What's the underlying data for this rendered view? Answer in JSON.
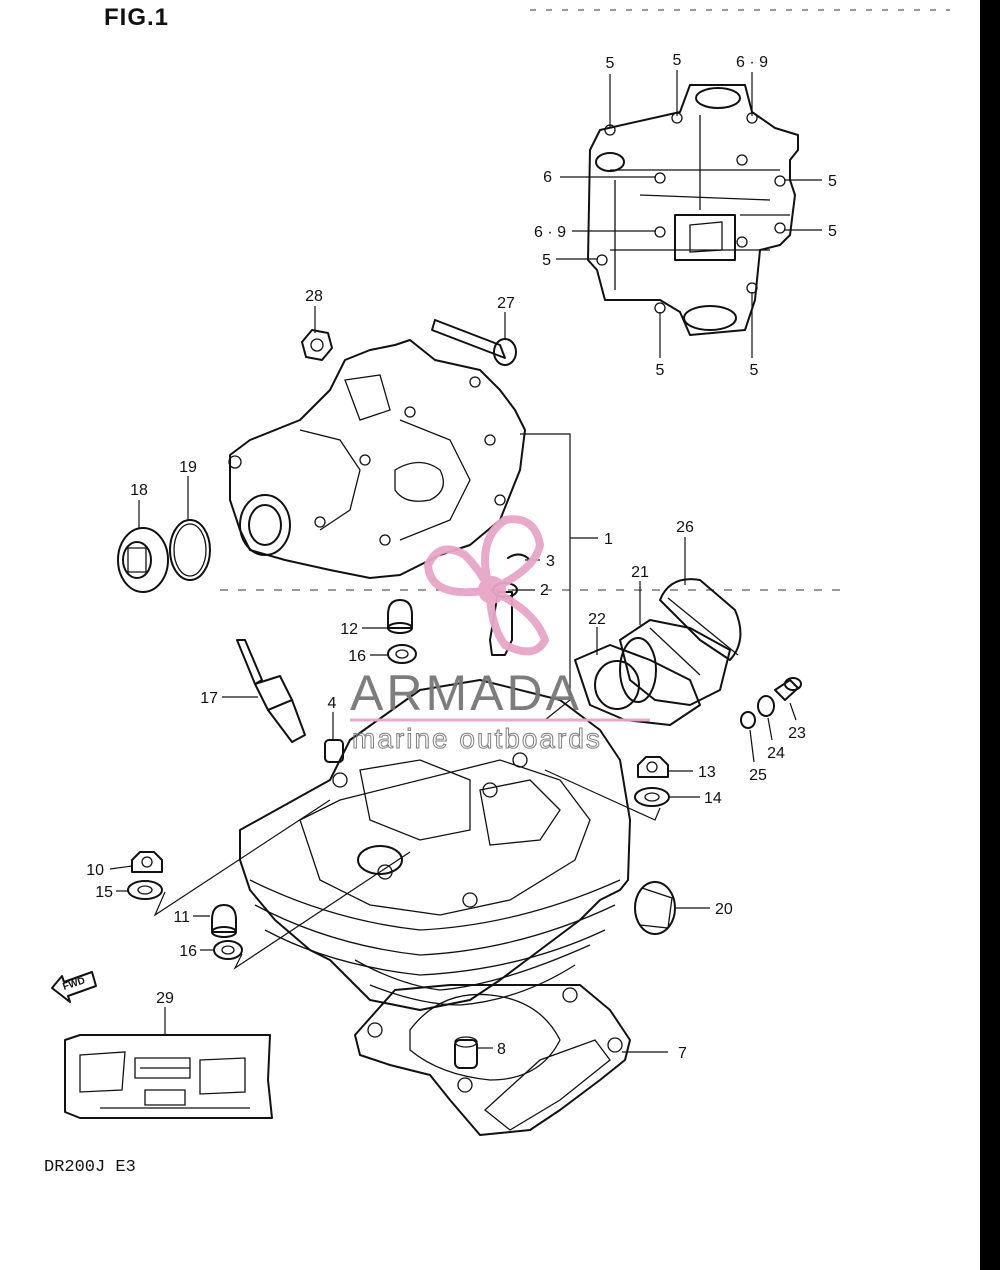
{
  "figure": {
    "title": "FIG.1",
    "model": "DR200J  E3"
  },
  "watermark": {
    "brand": "ARMADA",
    "tagline": "marine outboards",
    "color": "#e8a6c8"
  },
  "arrow_label": "FWD",
  "callouts": [
    {
      "id": "c5a",
      "text": "5"
    },
    {
      "id": "c5b",
      "text": "5"
    },
    {
      "id": "c69a",
      "text": "6 · 9"
    },
    {
      "id": "c6",
      "text": "6"
    },
    {
      "id": "c5c",
      "text": "5"
    },
    {
      "id": "c69b",
      "text": "6 · 9"
    },
    {
      "id": "c5d",
      "text": "5"
    },
    {
      "id": "c5e",
      "text": "5"
    },
    {
      "id": "c5f",
      "text": "5"
    },
    {
      "id": "c5g",
      "text": "5"
    },
    {
      "id": "c28",
      "text": "28"
    },
    {
      "id": "c27",
      "text": "27"
    },
    {
      "id": "c19",
      "text": "19"
    },
    {
      "id": "c18",
      "text": "18"
    },
    {
      "id": "c1",
      "text": "1"
    },
    {
      "id": "c3",
      "text": "3"
    },
    {
      "id": "c2",
      "text": "2"
    },
    {
      "id": "c26",
      "text": "26"
    },
    {
      "id": "c21",
      "text": "21"
    },
    {
      "id": "c22",
      "text": "22"
    },
    {
      "id": "c12",
      "text": "12"
    },
    {
      "id": "c16a",
      "text": "16"
    },
    {
      "id": "c17",
      "text": "17"
    },
    {
      "id": "c4",
      "text": "4"
    },
    {
      "id": "c23",
      "text": "23"
    },
    {
      "id": "c24",
      "text": "24"
    },
    {
      "id": "c25",
      "text": "25"
    },
    {
      "id": "c13",
      "text": "13"
    },
    {
      "id": "c14",
      "text": "14"
    },
    {
      "id": "c10",
      "text": "10"
    },
    {
      "id": "c15",
      "text": "15"
    },
    {
      "id": "c11",
      "text": "11"
    },
    {
      "id": "c16b",
      "text": "16"
    },
    {
      "id": "c20",
      "text": "20"
    },
    {
      "id": "c29",
      "text": "29"
    },
    {
      "id": "c8",
      "text": "8"
    },
    {
      "id": "c7",
      "text": "7"
    }
  ]
}
